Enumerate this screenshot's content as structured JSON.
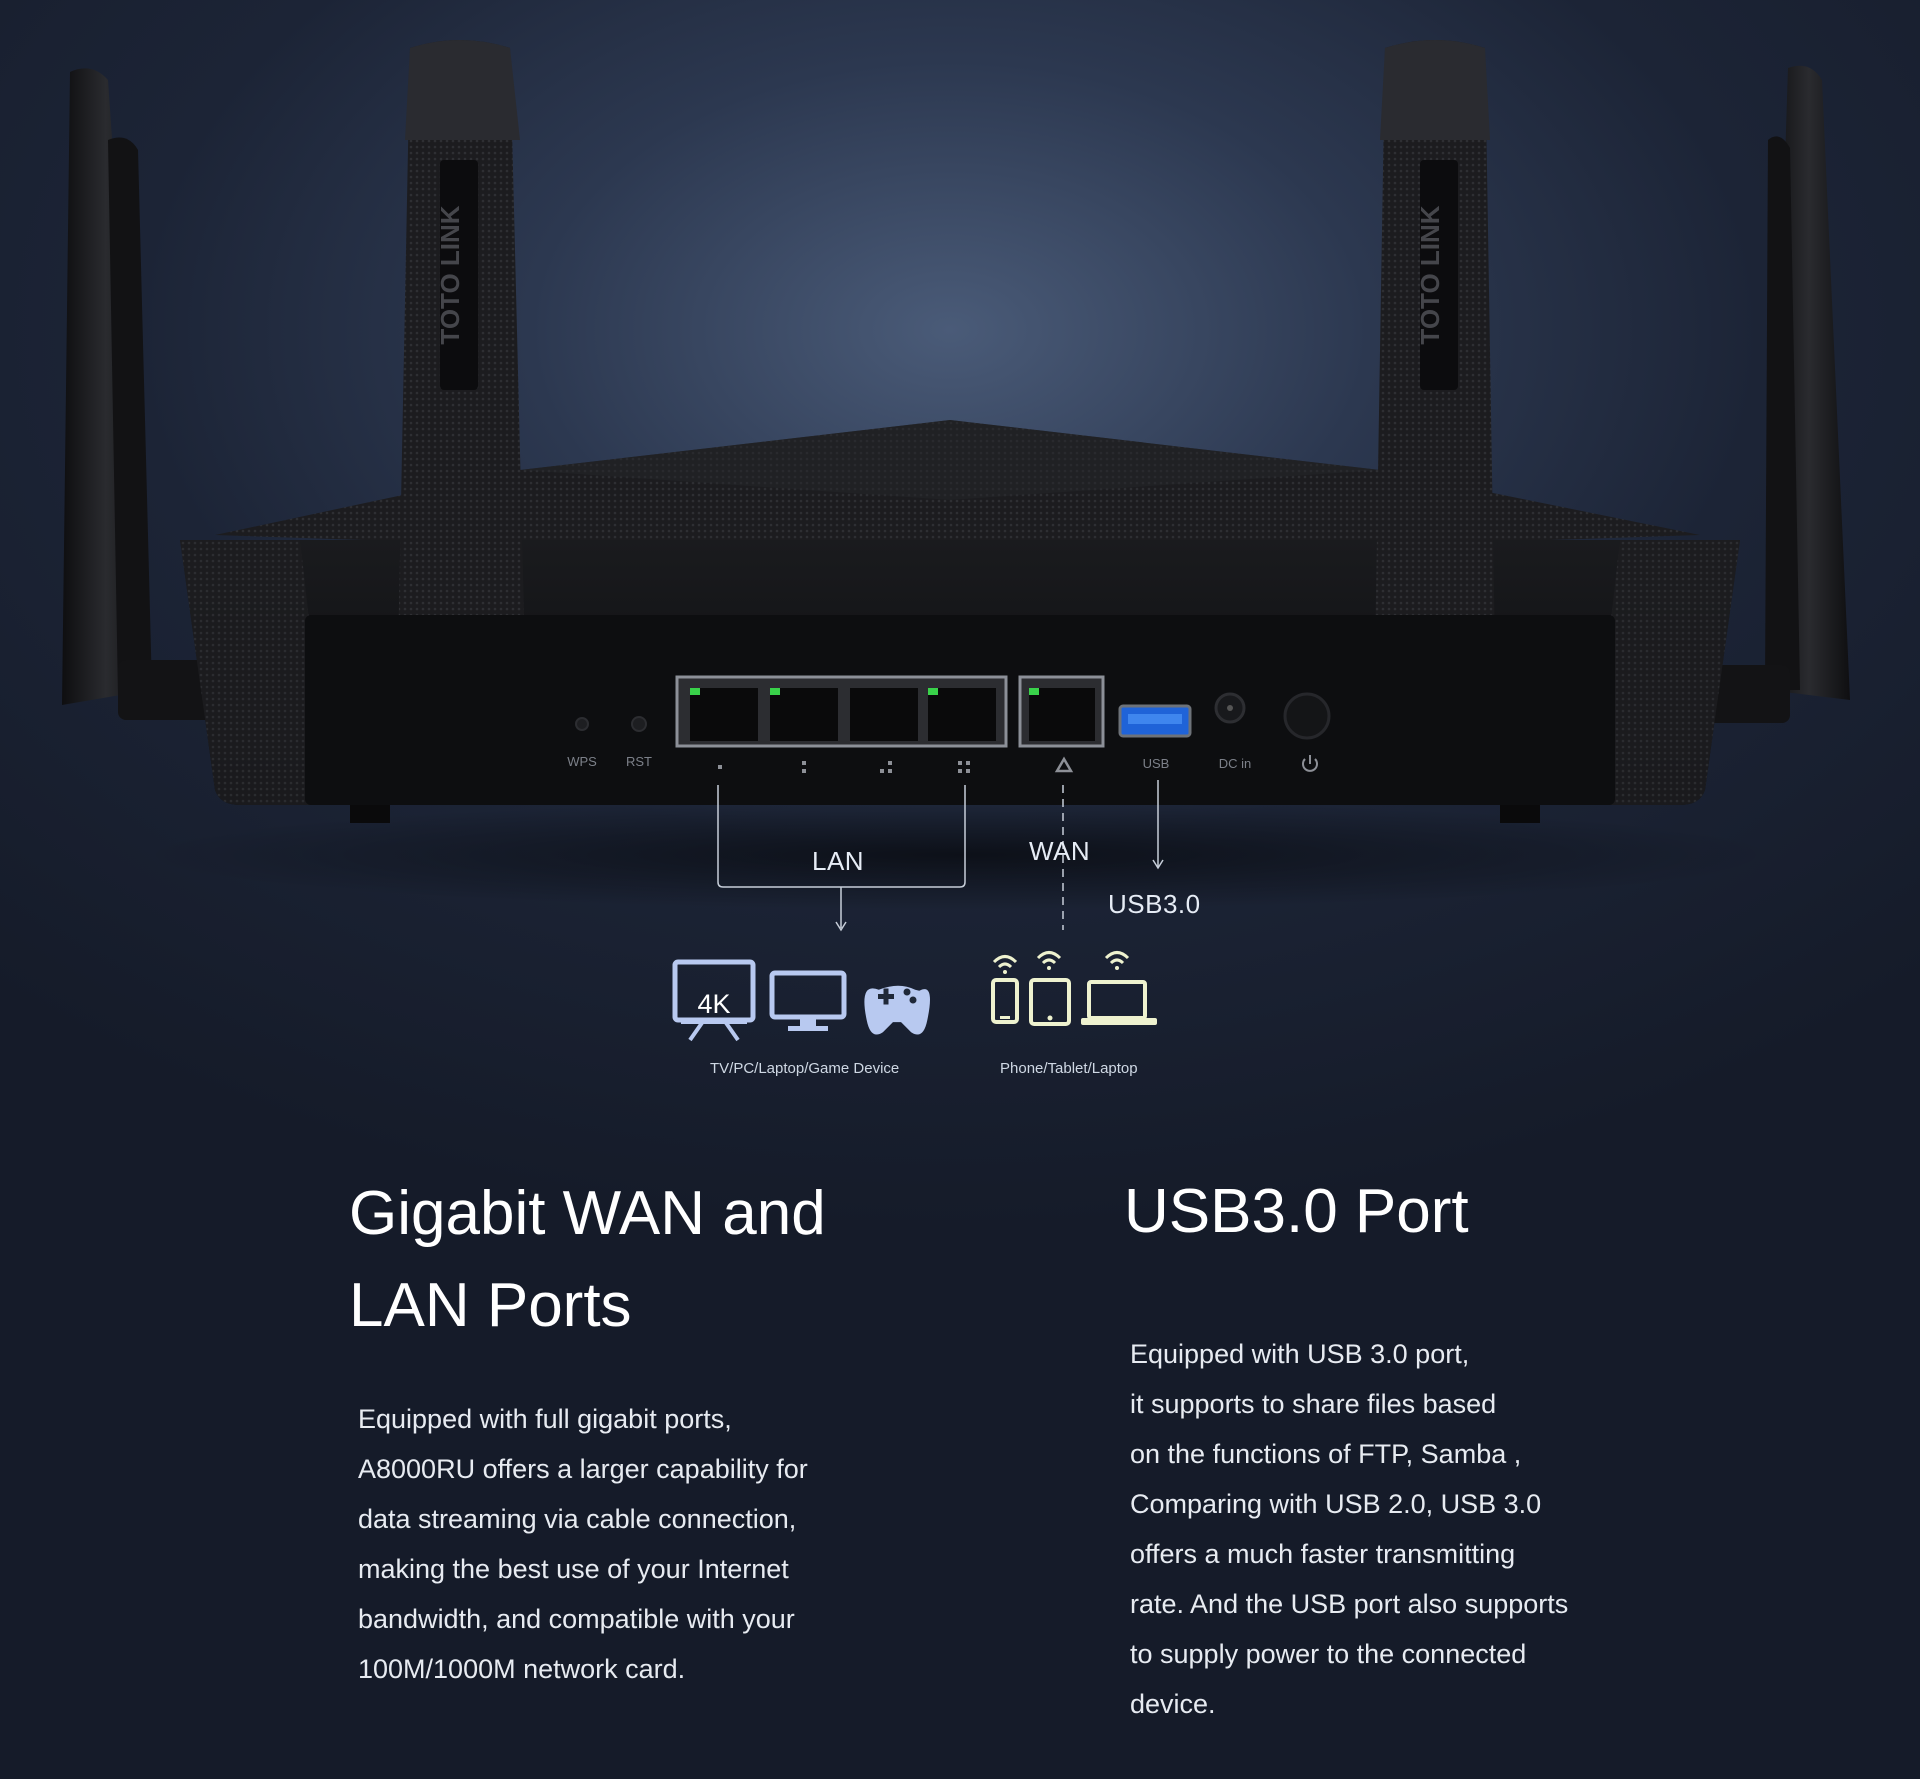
{
  "router": {
    "antenna_brand": "TOTO LINK",
    "back_panel_labels": {
      "wps": "WPS",
      "rst": "RST",
      "usb": "USB",
      "dc_in": "DC in"
    }
  },
  "diagram": {
    "lan_label": "LAN",
    "wan_label": "WAN",
    "usb_label": "USB3.0",
    "tv_badge": "4K",
    "wired_devices_caption": "TV/PC/Laptop/Game Device",
    "wireless_devices_caption": "Phone/Tablet/Laptop"
  },
  "features": {
    "wan_lan": {
      "heading_lines": [
        "Gigabit WAN and",
        "LAN Ports"
      ],
      "body_lines": [
        "Equipped with full gigabit ports,",
        "A8000RU offers a larger capability for",
        "data streaming via cable connection,",
        "making the best use of your Internet",
        "bandwidth, and compatible with your",
        "100M/1000M network card."
      ]
    },
    "usb": {
      "heading": "USB3.0 Port",
      "body_lines": [
        "Equipped with USB 3.0 port,",
        "it supports to share files based",
        "on the functions of FTP, Samba ,",
        "Comparing with USB 2.0, USB 3.0",
        "offers a much faster transmitting",
        "rate. And the USB port also supports",
        "to supply power to the connected",
        "device."
      ]
    }
  },
  "colors": {
    "background_dark": "#151b29",
    "background_glow": "#4a5b78",
    "icon_wired": "#b8c9f0",
    "icon_wireless": "#eef2cf",
    "port_led": "#39d24a",
    "usb_port_blue": "#1f63d8"
  }
}
